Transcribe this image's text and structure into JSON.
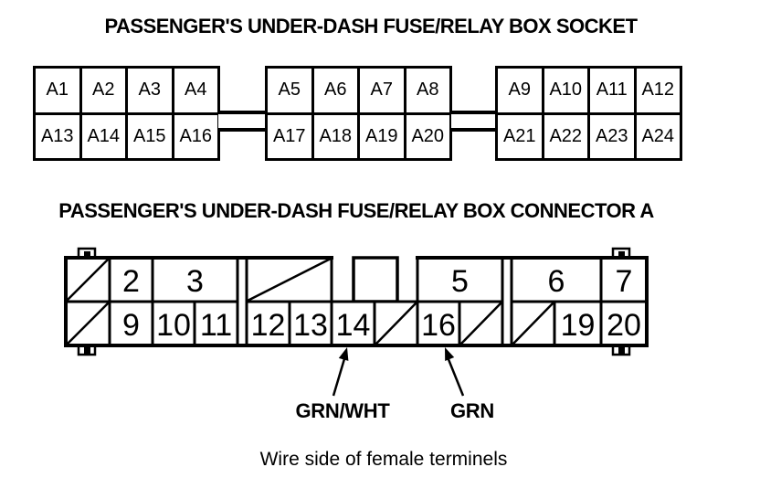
{
  "colors": {
    "ink": "#000000",
    "background": "#ffffff"
  },
  "socket": {
    "title": "PASSENGER'S UNDER-DASH FUSE/RELAY BOX SOCKET",
    "grids": [
      {
        "cells": [
          "A1",
          "A2",
          "A3",
          "A4",
          "A13",
          "A14",
          "A15",
          "A16"
        ]
      },
      {
        "cells": [
          "A5",
          "A6",
          "A7",
          "A8",
          "A17",
          "A18",
          "A19",
          "A20"
        ]
      },
      {
        "cells": [
          "A9",
          "A10",
          "A11",
          "A12",
          "A21",
          "A22",
          "A23",
          "A24"
        ]
      }
    ]
  },
  "connector": {
    "title": "PASSENGER'S UNDER-DASH FUSE/RELAY BOX CONNECTOR A",
    "labels": {
      "t2": "2",
      "t3": "3",
      "t5": "5",
      "t6": "6",
      "t7": "7",
      "b9": "9",
      "b10": "10",
      "b11": "11",
      "b12": "12",
      "b13": "13",
      "b14": "14",
      "b16": "16",
      "b19": "19",
      "b20": "20"
    },
    "wire_labels": [
      {
        "text": "GRN/WHT",
        "terminal": "14"
      },
      {
        "text": "GRN",
        "terminal": "16"
      }
    ]
  },
  "caption": "Wire side of female terminels"
}
